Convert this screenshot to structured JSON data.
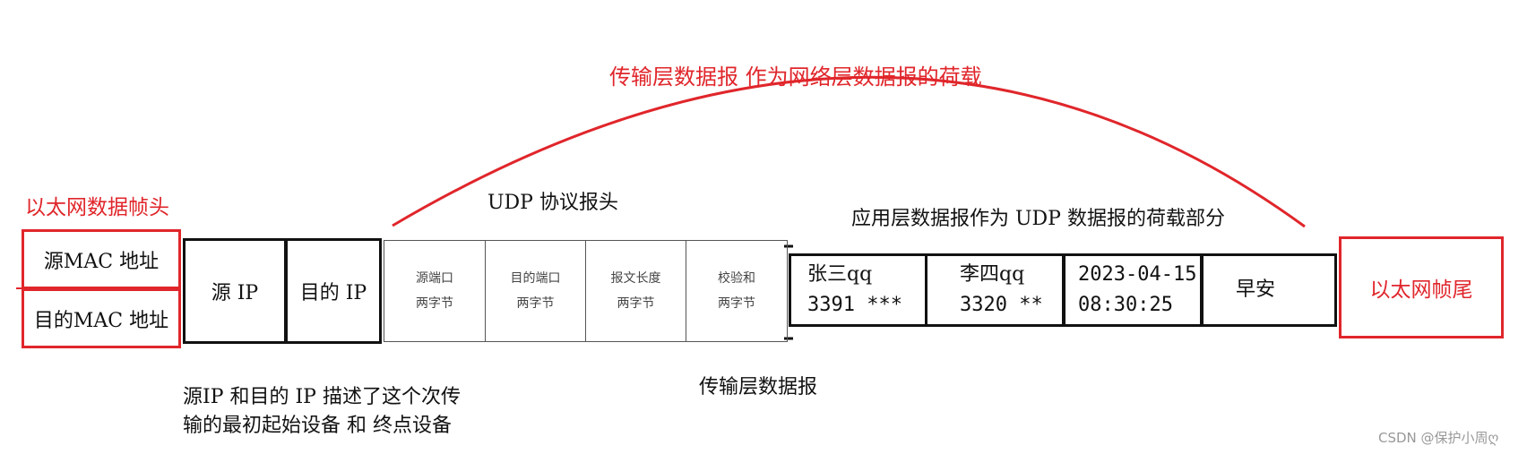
{
  "top_caption": "传输层数据报 作为网络层数据报的荷载",
  "eth_header_label": "以太网数据帧头",
  "src_mac": "源MAC 地址",
  "dst_mac": "目的MAC 地址",
  "src_ip": "源 IP",
  "dst_ip": "目的 IP",
  "udp_header_label": "UDP 协议报头",
  "udp_fields": [
    {
      "name": "源端口",
      "size": "两字节"
    },
    {
      "name": "目的端口",
      "size": "两字节"
    },
    {
      "name": "报文长度",
      "size": "两字节"
    },
    {
      "name": "校验和",
      "size": "两字节"
    }
  ],
  "app_payload_label": "应用层数据报作为 UDP 数据报的荷载部分",
  "payload_cells": [
    {
      "line1": "张三qq",
      "line2": "3391 ***"
    },
    {
      "line1": "李四qq",
      "line2": "3320 **"
    },
    {
      "line1": "2023-04-15",
      "line2": "08:30:25"
    },
    {
      "line1": "早安",
      "line2": ""
    }
  ],
  "eth_trailer": "以太网帧尾",
  "ip_note_line1": "源IP 和目的 IP 描述了这个次传",
  "ip_note_line2": "输的最初起始设备 和 终点设备",
  "transport_label": "传输层数据报",
  "watermark": "CSDN @保护小周ღ",
  "colors": {
    "red": "#e0262b",
    "black": "#111111"
  }
}
